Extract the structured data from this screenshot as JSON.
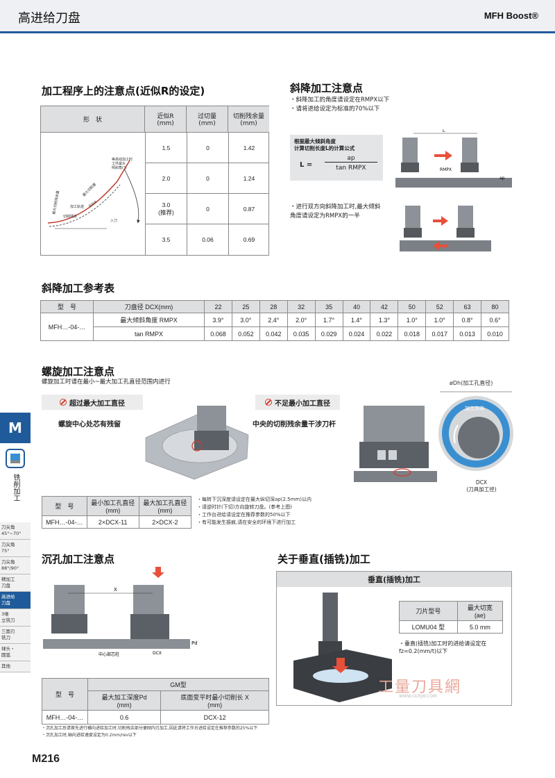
{
  "header": {
    "title": "高进给刀盘",
    "brand": "MFH Boost®"
  },
  "page_number": "M216",
  "side": {
    "letter": "M",
    "vertical": "铣削加工",
    "tabs": [
      {
        "label": "刀尖角\n45°~70°"
      },
      {
        "label": "刀尖角\n75°"
      },
      {
        "label": "刀尖角\n88°/90°"
      },
      {
        "label": "精加工\n刀盘"
      },
      {
        "label": "高进给\n刀盘"
      },
      {
        "label": "3维\n立铣刀"
      },
      {
        "label": "三面刃\n铣刀"
      },
      {
        "label": "球头・\n圆弧"
      },
      {
        "label": "其他"
      }
    ]
  },
  "sec1": {
    "title": "加工程序上的注意点(近似R的设定)",
    "headers": [
      "形　状",
      "近似R\n(mm)",
      "过切量\n(mm)",
      "切削残余量\n(mm)"
    ],
    "rows": [
      [
        "1.5",
        "0",
        "1.42"
      ],
      [
        "2.0",
        "0",
        "1.24"
      ],
      [
        "3.0\n(推荐)",
        "0",
        "0.87"
      ],
      [
        "3.5",
        "0.06",
        "0.69"
      ]
    ],
    "fig_labels": [
      "等高线加工时\n工件最大\n倾斜角(°)",
      "最大切削量",
      "近似R",
      "加工轨迹",
      "最大切削残余量",
      "切削残余",
      "入刀"
    ]
  },
  "sec2": {
    "title": "斜降加工注意点",
    "bullets": [
      "・斜降加工的角度请设定在RMPX以下",
      "・请将进给设定为标准的70%以下"
    ],
    "formula_title": "根据最大倾斜角度\n计算切削长度L的计算公式",
    "formula_l": "L =",
    "formula_num": "ap",
    "formula_den": "tan RMPX",
    "fig_labels": {
      "l": "L",
      "rmpx": "RMPX",
      "ap": "ap"
    },
    "bullet2": "・进行双方向斜降加工时,最大倾斜\n角度请设定为RMPX的一半"
  },
  "sec3": {
    "title": "斜降加工参考表",
    "header_type": "型　号",
    "header_dcx": "刀盘径 DCX(mm)",
    "dcx": [
      "22",
      "25",
      "28",
      "32",
      "35",
      "40",
      "42",
      "50",
      "52",
      "63",
      "80"
    ],
    "model": "MFH…-04-…",
    "row1_label": "最大倾斜角度 RMPX",
    "row1": [
      "3.9°",
      "3.0°",
      "2.4°",
      "2.0°",
      "1.7°",
      "1.4°",
      "1.3°",
      "1.0°",
      "1.0°",
      "0.8°",
      "0.6°"
    ],
    "row2_label": "tan RMPX",
    "row2": [
      "0.068",
      "0.052",
      "0.042",
      "0.035",
      "0.029",
      "0.024",
      "0.022",
      "0.018",
      "0.017",
      "0.013",
      "0.010"
    ]
  },
  "sec4": {
    "title": "螺旋加工注意点",
    "subtitle": "螺旋加工时请在最小~最大加工孔直径范围内进行",
    "warn1": "超过最大加工直径",
    "warn1_desc": "螺旋中心处芯有残留",
    "warn2": "不足最小加工直径",
    "warn2_desc": "中央的切削残余量干涉刀杆",
    "table_headers": [
      "型　号",
      "最小加工孔直径\n(mm)",
      "最大加工孔直径\n(mm)"
    ],
    "table_row": [
      "MFH…-04-…",
      "2×DCX-11",
      "2×DCX-2"
    ],
    "notes": [
      "・每转下沉深度请设定在最大纵切深ap(2.5mm)以内",
      "・请逆时针(下切)方向旋转刀盘。(参考上图)",
      "・工作台进给请设定在推荐参数的50%以下",
      "・有可能发生振痕,请在安全的环境下进行加工"
    ],
    "circle_top": "øDh(加工孔直径)",
    "circle_dir": "加工方向",
    "circle_dcx": "DCX\n(刀具加工径)"
  },
  "sec5": {
    "title": "沉孔加工注意点",
    "fig_labels": {
      "x": "X",
      "pd": "Pd",
      "center": "中心部芯柱",
      "dcx": "DCX"
    },
    "gm": "GM型",
    "headers": [
      "型　号",
      "最大加工深度Pd\n(mm)",
      "底面变平时最小切削长 X\n(mm)"
    ],
    "row": [
      "MFH…-04-…",
      "0.6",
      "DCX-12"
    ],
    "notes": [
      "・沉孔加工后请首先进行横向进给加工时,切削残余部分便刚内刃加工,因此请将工作台进给设定在推荐参数的25%以下",
      "・沉孔加工时,轴向进给速度设定为0.2mm/rev以下"
    ]
  },
  "sec6": {
    "title": "关于垂直(插铣)加工",
    "box_title": "垂直(插铣)加工",
    "headers": [
      "刀片型号",
      "最大切宽\n(ae)"
    ],
    "row": [
      "LOMU04 型",
      "5.0 mm"
    ],
    "note": "・垂直(插铣)加工时的进给请设定在\nfz=0.2(mm/t)以下",
    "watermark": "工量刀具網",
    "watermark_url": "WWW.GLRJW.COM"
  },
  "colors": {
    "accent": "#1f5b9a",
    "warn": "#d43a2a",
    "arrow": "#e8503a",
    "circle": "#3a8fd0"
  }
}
